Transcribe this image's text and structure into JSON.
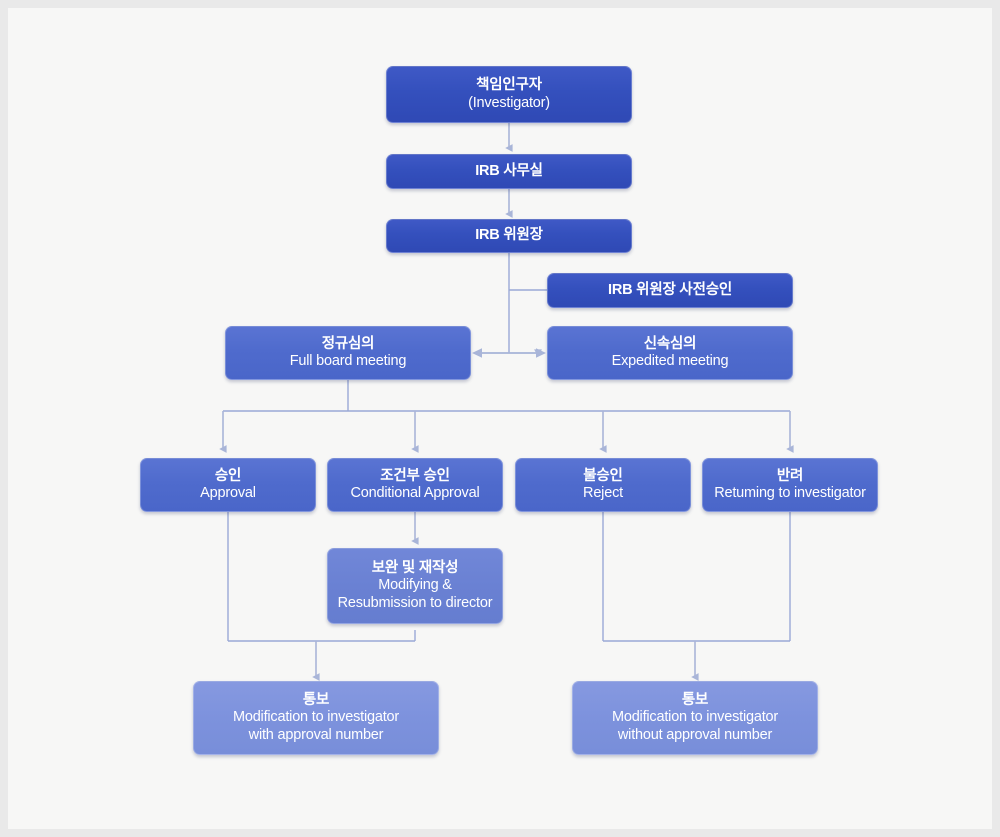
{
  "diagram": {
    "title": "IRB Review Process Flowchart",
    "background_color": "#f7f7f6",
    "outer_color": "#e9e9e9",
    "connector_color": "#9aa9d6",
    "arrow_color": "#a9b5d8",
    "palette": {
      "dark_blue": "#3450bd",
      "mid_blue": "#4f6bcd",
      "mid_light_blue": "#6a81d3",
      "light_blue": "#7d92dd"
    }
  },
  "nodes": [
    {
      "id": "investigator",
      "ko": "책임인구자",
      "en": "(Investigator)",
      "tone": "dark"
    },
    {
      "id": "irb-office",
      "ko": "IRB 사무실",
      "en": "",
      "tone": "dark"
    },
    {
      "id": "irb-chair",
      "ko": "IRB 위원장",
      "en": "",
      "tone": "dark"
    },
    {
      "id": "pre-approval",
      "ko": "IRB 위원장 사전승인",
      "en": "",
      "tone": "dark"
    },
    {
      "id": "full-board",
      "ko": "정규심의",
      "en": "Full board meeting",
      "tone": "mid"
    },
    {
      "id": "expedited",
      "ko": "신속심의",
      "en": "Expedited meeting",
      "tone": "mid"
    },
    {
      "id": "approval",
      "ko": "승인",
      "en": "Approval",
      "tone": "mid"
    },
    {
      "id": "conditional",
      "ko": "조건부 승인",
      "en": "Conditional Approval",
      "tone": "mid"
    },
    {
      "id": "reject",
      "ko": "불승인",
      "en": "Reject",
      "tone": "mid"
    },
    {
      "id": "returning",
      "ko": "반려",
      "en": "Retuming to investigator",
      "tone": "mid"
    },
    {
      "id": "modifying",
      "ko": "보완 및 재작성",
      "en_line1": "Modifying &",
      "en_line2": "Resubmission to director",
      "tone": "mid2"
    },
    {
      "id": "notify-with",
      "ko": "통보",
      "en_line1": "Modification to investigator",
      "en_line2": "with approval number",
      "tone": "light"
    },
    {
      "id": "notify-without",
      "ko": "통보",
      "en_line1": "Modification to investigator",
      "en_line2": "without approval number",
      "tone": "light"
    }
  ]
}
